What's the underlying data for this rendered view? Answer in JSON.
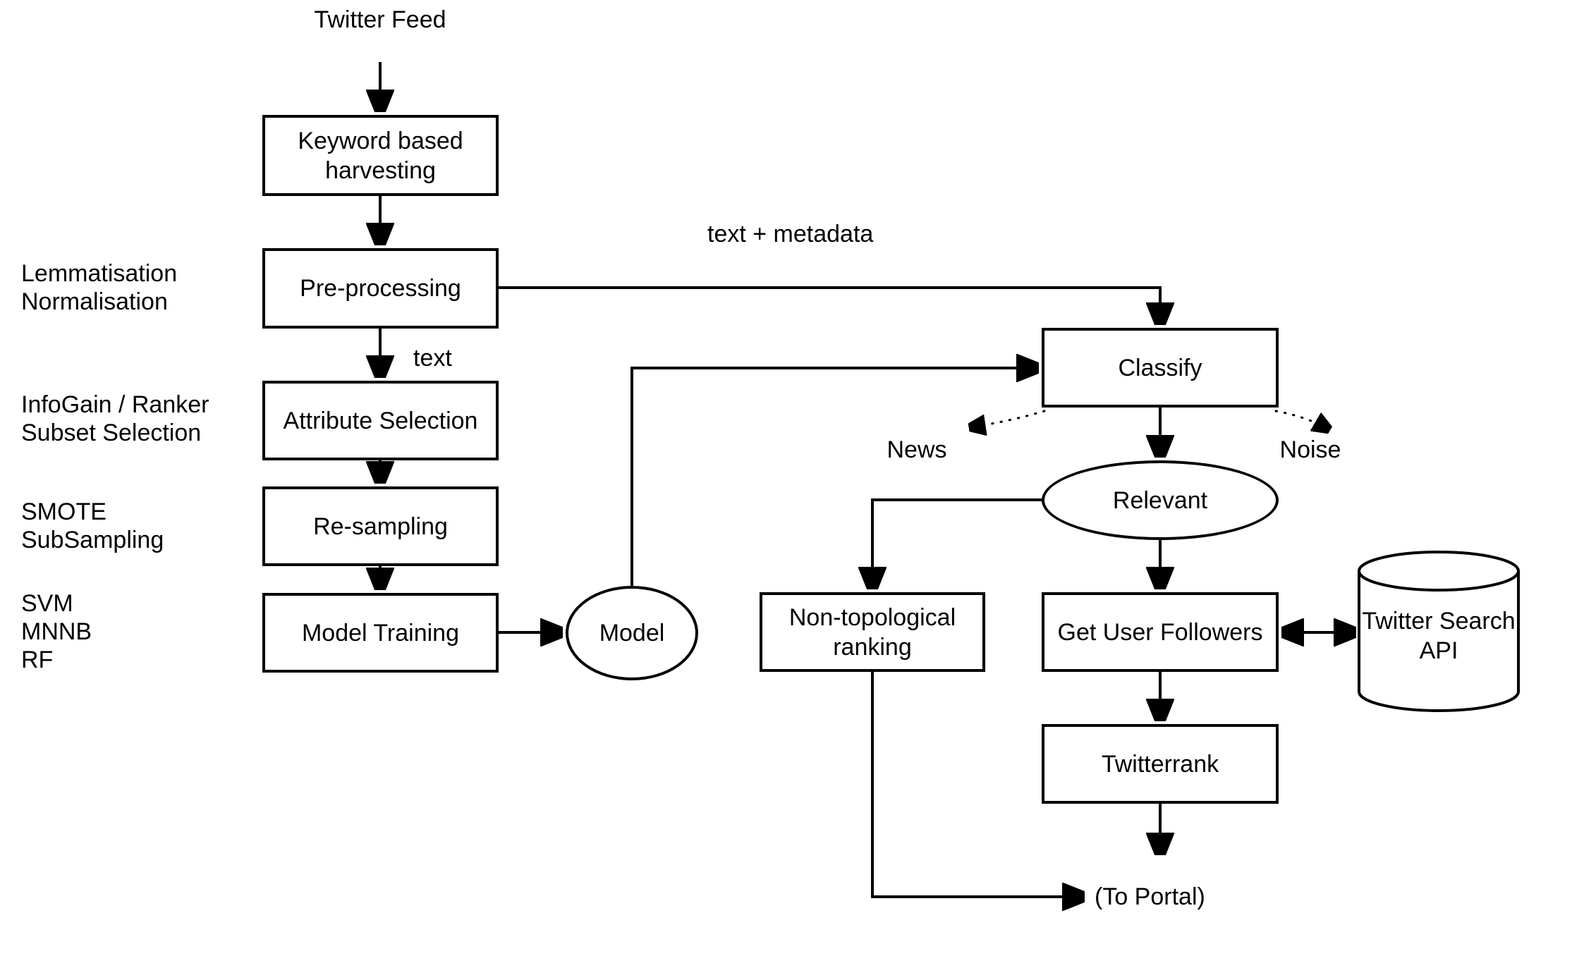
{
  "diagram": {
    "colors": {
      "stroke": "#000000",
      "background": "#ffffff"
    },
    "source_label": "Twitter Feed",
    "nodes": {
      "keyword_harvesting": "Keyword based harvesting",
      "preprocessing": "Pre-processing",
      "attribute_selection": "Attribute Selection",
      "resampling": "Re-sampling",
      "model_training": "Model Training",
      "model": "Model",
      "classify": "Classify",
      "relevant": "Relevant",
      "non_topological_ranking": "Non-topological ranking",
      "get_user_followers": "Get User Followers",
      "twitterrank": "Twitterrank",
      "twitter_search_api": "Twitter Search API"
    },
    "side_annotations": [
      {
        "lines": [
          "Lemmatisation",
          "Normalisation"
        ]
      },
      {
        "lines": [
          "InfoGain / Ranker",
          "Subset Selection"
        ]
      },
      {
        "lines": [
          "SMOTE",
          "SubSampling"
        ]
      },
      {
        "lines": [
          "SVM",
          "MNNB",
          "RF"
        ]
      }
    ],
    "edge_labels": {
      "text_metadata": "text + metadata",
      "text": "text",
      "news": "News",
      "noise": "Noise",
      "to_portal": "(To Portal)"
    }
  }
}
